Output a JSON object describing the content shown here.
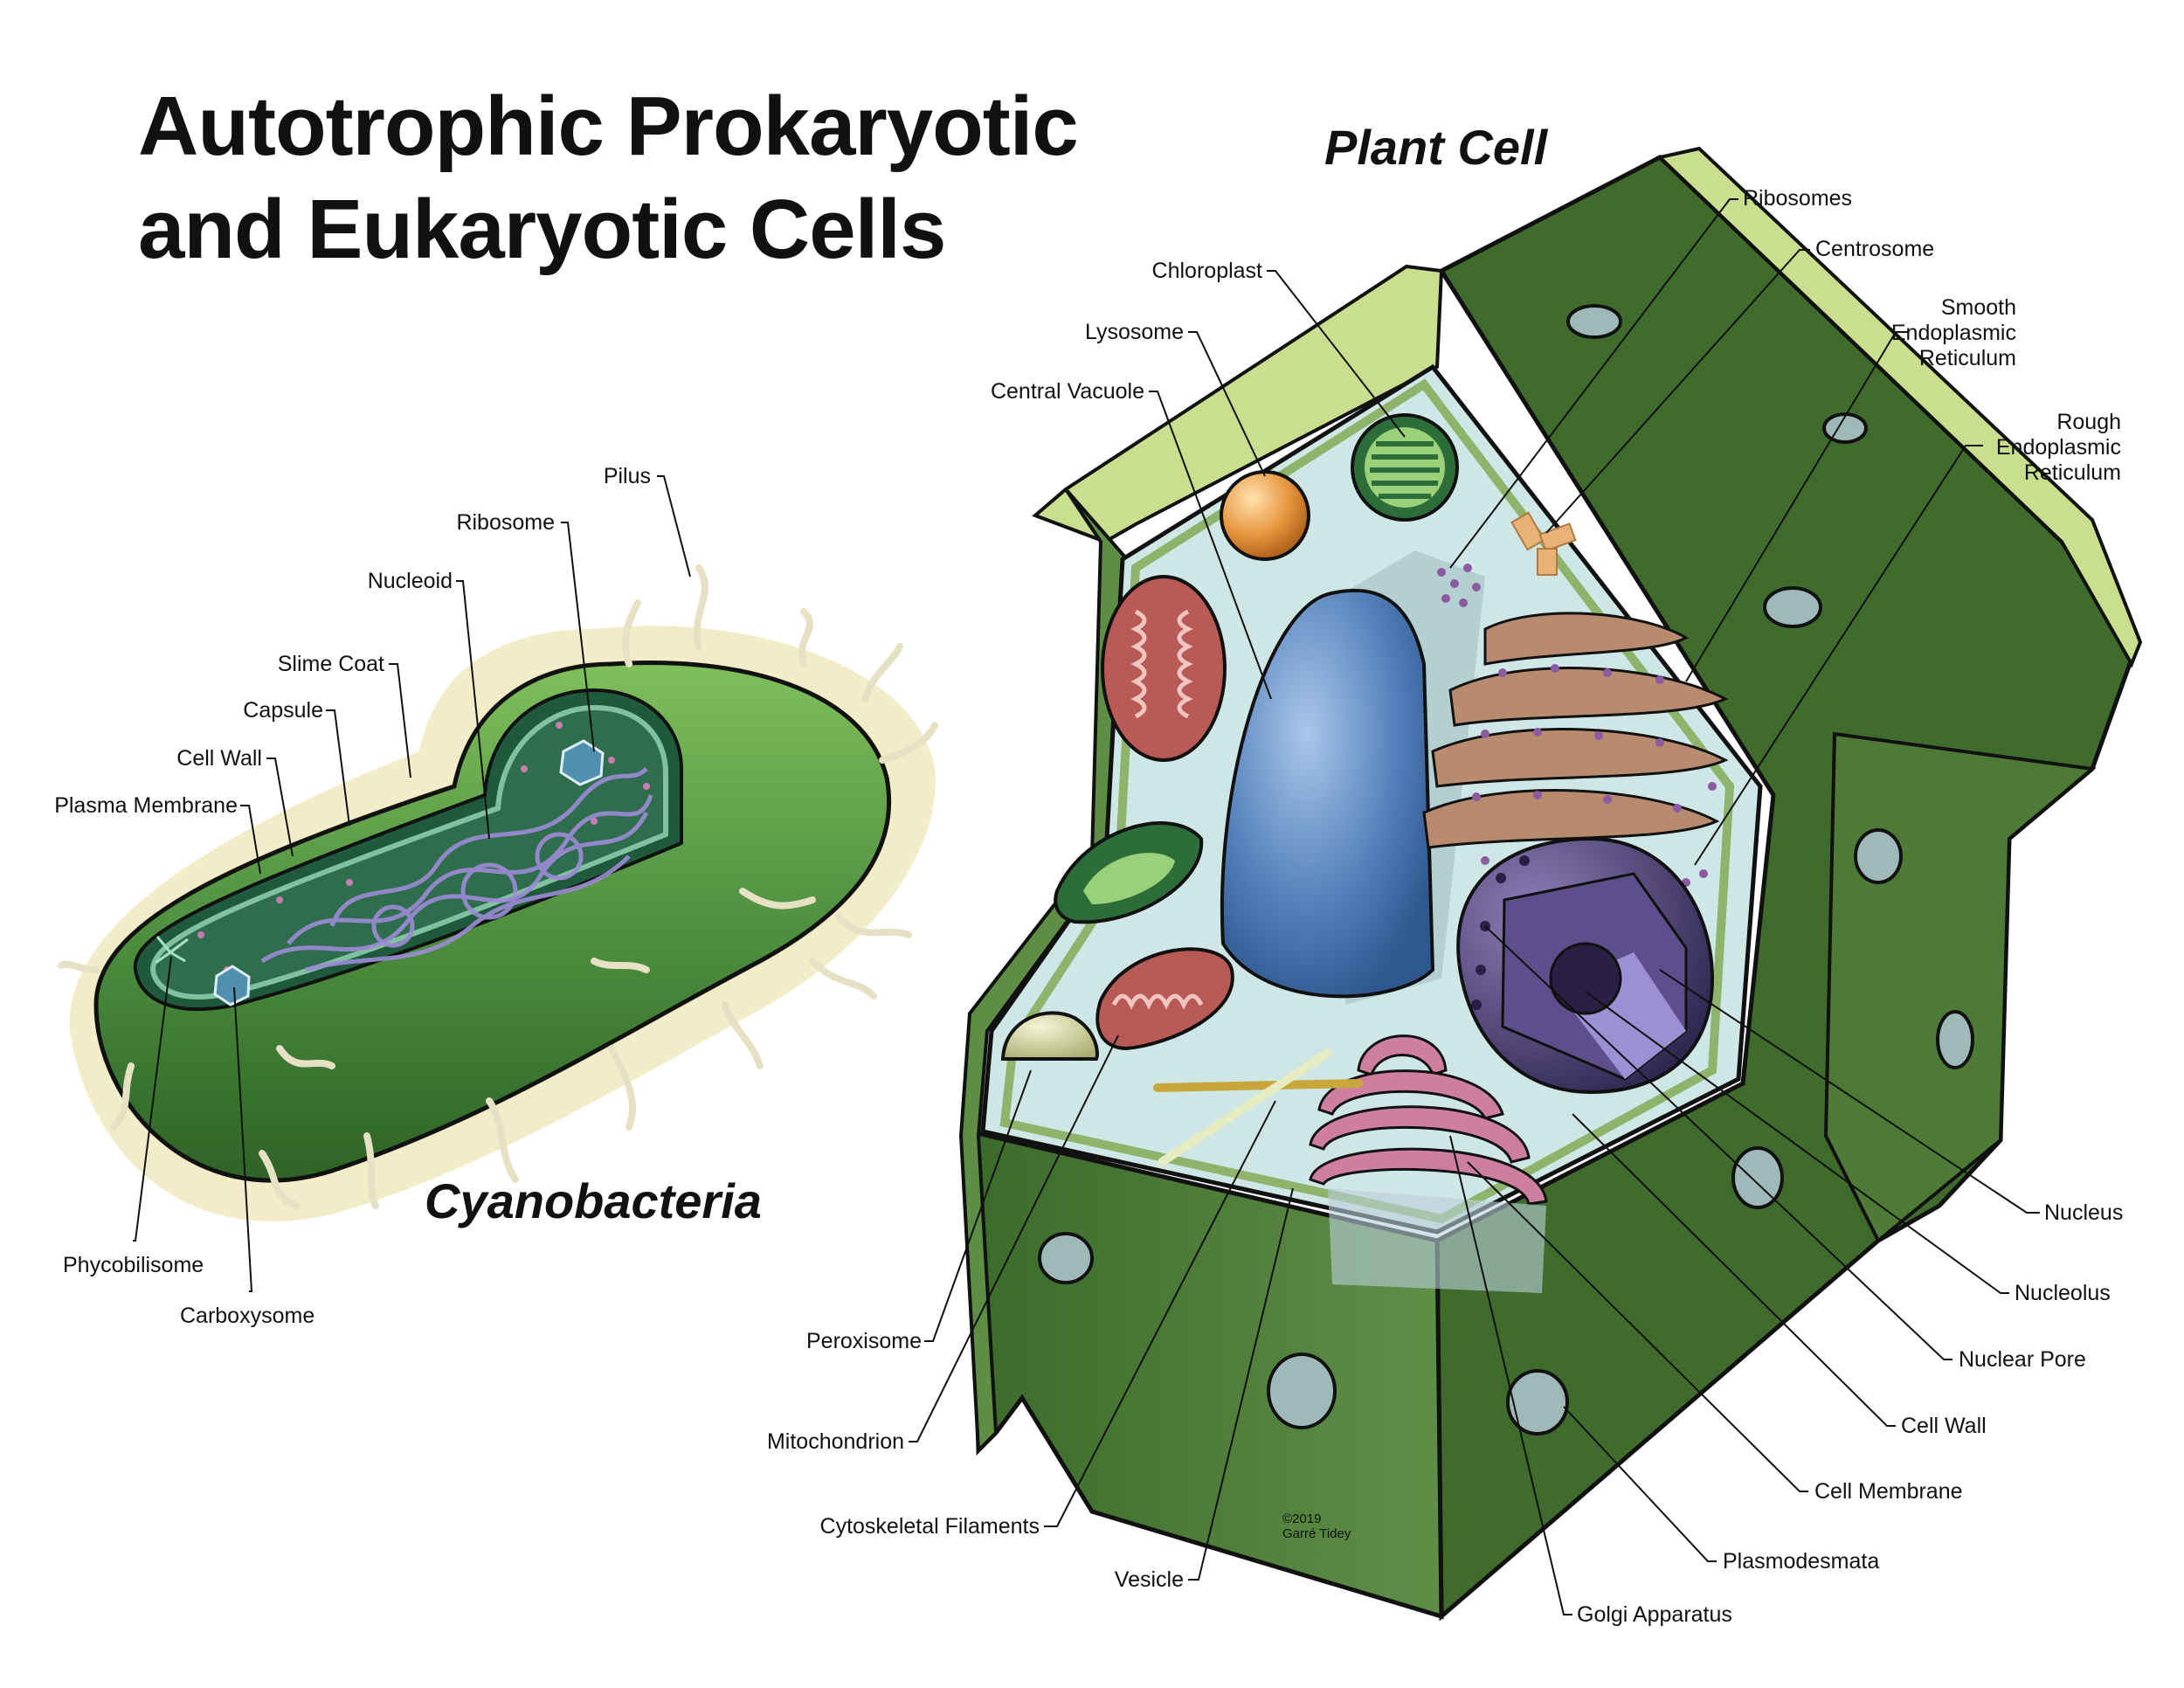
{
  "title": {
    "line1": "Autotrophic Prokaryotic",
    "line2": "and Eukaryotic Cells"
  },
  "plant_caption": "Plant Cell",
  "cyano_caption": "Cyanobacteria",
  "copyright": {
    "line1": "©2019",
    "line2": "Garré Tidey"
  },
  "plant_labels": {
    "ribosomes": "Ribosomes",
    "centrosome": "Centrosome",
    "smooth_er": [
      "Smooth",
      "Endoplasmic",
      "Reticulum"
    ],
    "rough_er": [
      "Rough",
      "Endoplasmic",
      "Reticulum"
    ],
    "chloroplast": "Chloroplast",
    "lysosome": "Lysosome",
    "central_vacuole": "Central Vacuole",
    "nucleus": "Nucleus",
    "nucleolus": "Nucleolus",
    "nuclear_pore": "Nuclear Pore",
    "cell_wall": "Cell Wall",
    "cell_membrane": "Cell Membrane",
    "plasmodesmata": "Plasmodesmata",
    "golgi": "Golgi Apparatus",
    "vesicle": "Vesicle",
    "cytoskeletal": "Cytoskeletal Filaments",
    "mitochondrion": "Mitochondrion",
    "peroxisome": "Peroxisome"
  },
  "bacteria_labels": {
    "pilus": "Pilus",
    "ribosome": "Ribosome",
    "nucleoid": "Nucleoid",
    "slime_coat": "Slime Coat",
    "capsule": "Capsule",
    "cell_wall": "Cell Wall",
    "plasma_membrane": "Plasma Membrane",
    "phycobilisome": "Phycobilisome",
    "carboxysome": "Carboxysome"
  },
  "colors": {
    "wall_dark": "#3f6b2d",
    "wall_mid": "#5e8e45",
    "wall_light": "#c9df8f",
    "cytoplasm": "#cfe6e6",
    "vacuole": "#4f7db4",
    "nucleus": "#4b3f73",
    "bacteria_green": "#4a8a3a",
    "slime": "#f2ecc9"
  }
}
